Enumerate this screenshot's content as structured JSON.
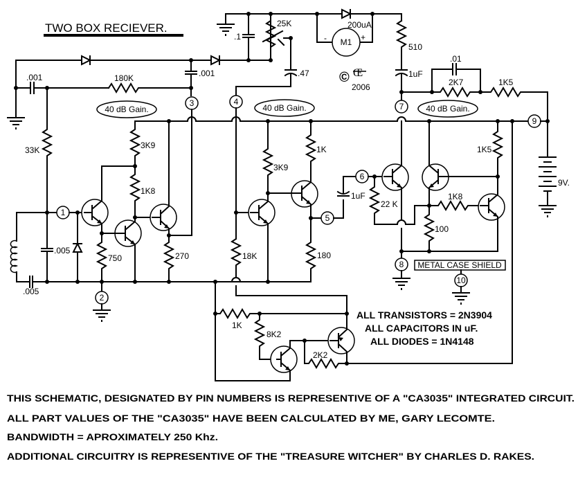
{
  "title": "TWO BOX RECIEVER.",
  "copyright": {
    "logo": "Œ",
    "year": "2006",
    "symbol": "copyright-icon"
  },
  "gain_labels": [
    "40 dB Gain.",
    "40 dB Gain.",
    "40 dB Gain."
  ],
  "pins": [
    "1",
    "2",
    "3",
    "4",
    "5",
    "6",
    "7",
    "8",
    "9",
    "10"
  ],
  "components": {
    "c_001_input": ".001",
    "r_180k": "180K",
    "c_001_top": ".001",
    "c_1": ".1",
    "pot_25k": "25K",
    "c_47": ".47",
    "meter_value": "200uA",
    "meter_name": "M1",
    "meter_minus": "-",
    "meter_plus": "+",
    "r_510": "510",
    "c_1uf_top": "1uF",
    "c_01": ".01",
    "r_2k7": "2K7",
    "r_1k5_top": "1K5",
    "r_33k": "33K",
    "r_3k9_a": "3K9",
    "r_1k8_a": "1K8",
    "c_005_a": ".005",
    "c_005_b": ".005",
    "r_750": "750",
    "r_270": "270",
    "r_3k9_b": "3K9",
    "r_1k": "1K",
    "r_18k": "18K",
    "r_180": "180",
    "c_1uf_mid": "1uF",
    "r_22k": "22 K",
    "r_1k5_right": "1K5",
    "r_1k8_b": "1K8",
    "r_100": "100",
    "battery": "9V.",
    "r_1k_bottom": "1K",
    "r_8k2": "8K2",
    "r_2k2": "2K2"
  },
  "shield_label": "METAL CASE SHIELD",
  "notes": [
    "ALL TRANSISTORS = 2N3904",
    "ALL CAPACITORS IN uF.",
    "ALL DIODES = 1N4148"
  ],
  "footer": [
    "THIS SCHEMATIC, DESIGNATED BY PIN NUMBERS IS REPRESENTIVE OF A \"CA3035\"  INTEGRATED CIRCUIT.",
    "ALL PART VALUES  OF THE  \"CA3035\"  HAVE BEEN CALCULATED BY ME, GARY LECOMTE.",
    "BANDWIDTH = APROXIMATELY 250 Khz.",
    "ADDITIONAL CIRCUITRY IS REPRESENTIVE OF THE \"TREASURE WITCHER\"  BY CHARLES D. RAKES."
  ]
}
